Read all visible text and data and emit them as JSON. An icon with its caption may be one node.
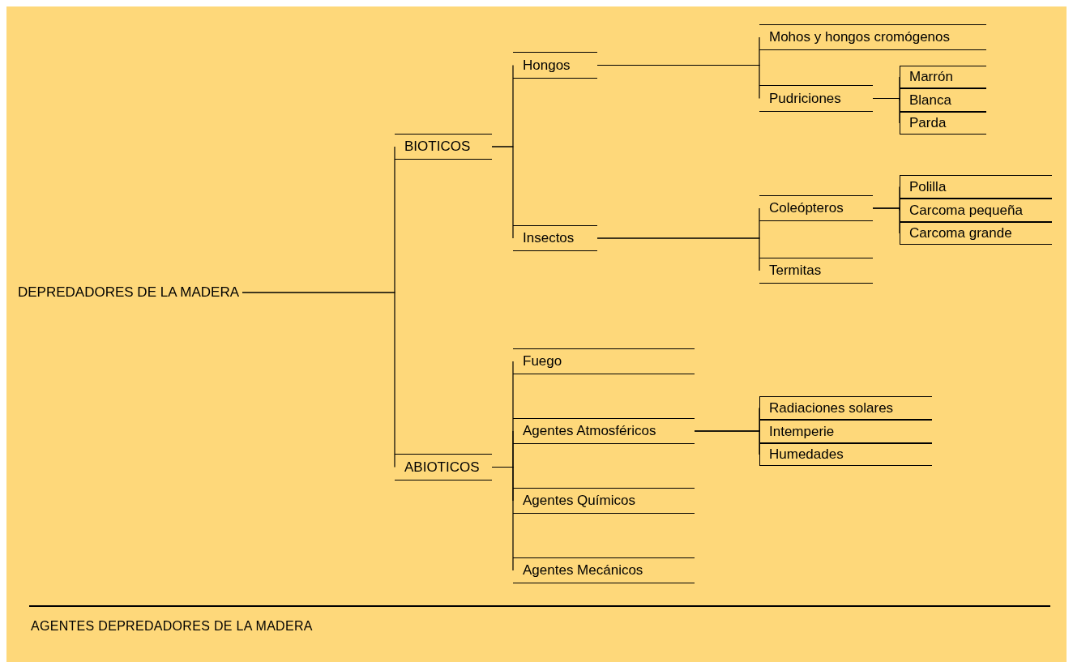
{
  "diagram": {
    "caption": "AGENTES DEPREDADORES DE LA MADERA",
    "nodes": [
      {
        "text": [
          "DEPREDADORES DE LA MADERA"
        ]
      },
      {
        "text": [
          "BIOTICOS"
        ]
      },
      {
        "text": [
          "Hongos"
        ]
      },
      {
        "text": [
          "Mohos y hongos cromógenos"
        ]
      },
      {
        "text": [
          "Pudriciones"
        ]
      },
      {
        "text": [
          "Marrón"
        ]
      },
      {
        "text": [
          "Blanca"
        ]
      },
      {
        "text": [
          "Parda"
        ]
      },
      {
        "text": [
          "Insectos"
        ]
      },
      {
        "text": [
          "Coleópteros"
        ]
      },
      {
        "text": [
          "Polilla"
        ]
      },
      {
        "text": [
          "Carcoma pequeña"
        ]
      },
      {
        "text": [
          "Carcoma grande"
        ]
      },
      {
        "text": [
          "Termitas"
        ]
      },
      {
        "text": [
          "ABIOTICOS"
        ]
      },
      {
        "text": [
          "Fuego"
        ]
      },
      {
        "text": [
          "Agentes Atmosféricos"
        ]
      },
      {
        "text": [
          "Radiaciones solares"
        ]
      },
      {
        "text": [
          "Intemperie"
        ]
      },
      {
        "text": [
          "Humedades"
        ]
      },
      {
        "text": [
          "Agentes Químicos"
        ]
      },
      {
        "text": [
          "Agentes Mecánicos"
        ]
      }
    ],
    "edges": [
      {
        "from": 0,
        "to": 1,
        "arrow": "none"
      },
      {
        "from": 0,
        "to": 14,
        "arrow": "none"
      },
      {
        "from": 1,
        "to": 2,
        "arrow": "none"
      },
      {
        "from": 1,
        "to": 8,
        "arrow": "none"
      },
      {
        "from": 2,
        "to": 3,
        "arrow": "none"
      },
      {
        "from": 2,
        "to": 4,
        "arrow": "none"
      },
      {
        "from": 4,
        "to": 5,
        "arrow": "none"
      },
      {
        "from": 4,
        "to": 6,
        "arrow": "none"
      },
      {
        "from": 4,
        "to": 7,
        "arrow": "none"
      },
      {
        "from": 8,
        "to": 9,
        "arrow": "none"
      },
      {
        "from": 8,
        "to": 13,
        "arrow": "none"
      },
      {
        "from": 9,
        "to": 10,
        "arrow": "none"
      },
      {
        "from": 9,
        "to": 11,
        "arrow": "none"
      },
      {
        "from": 9,
        "to": 12,
        "arrow": "none"
      },
      {
        "from": 14,
        "to": 15,
        "arrow": "none"
      },
      {
        "from": 14,
        "to": 16,
        "arrow": "none"
      },
      {
        "from": 14,
        "to": 20,
        "arrow": "none"
      },
      {
        "from": 14,
        "to": 21,
        "arrow": "none"
      },
      {
        "from": 16,
        "to": 17,
        "arrow": "none"
      },
      {
        "from": 16,
        "to": 18,
        "arrow": "none"
      },
      {
        "from": 16,
        "to": 19,
        "arrow": "none"
      }
    ]
  }
}
